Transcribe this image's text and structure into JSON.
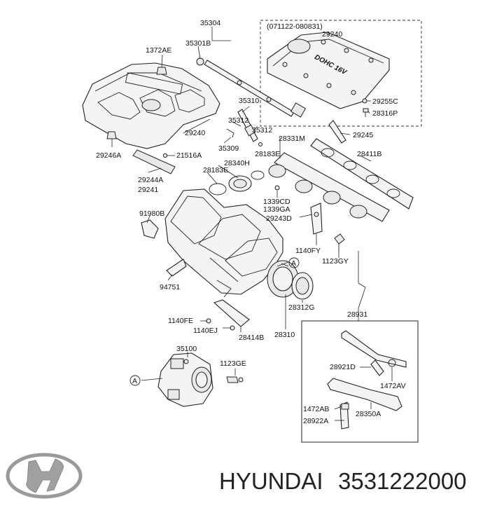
{
  "diagram": {
    "labels": {
      "p35304": "35304",
      "p35301B": "35301B",
      "p1372AE": "1372AE",
      "p29240_top": "29240",
      "p29240_cov": "29240",
      "p071122": "(071122-080831)",
      "p29255C": "29255C",
      "p28316P": "28316P",
      "p35310": "35310",
      "p35312_a": "35312",
      "p35312_b": "35312",
      "p35309": "35309",
      "p18183E_a": "28183E",
      "p29245": "29245",
      "p28331M": "28331M",
      "p28411B": "28411B",
      "p29246A": "29246A",
      "p21516A": "21516A",
      "p28340H": "28340H",
      "p28183E_b": "28183E",
      "p29244A": "29244A",
      "p29241": "29241",
      "p1339CD": "1339CD",
      "p1339GA": "1339GA",
      "p29243D": "29243D",
      "p91980B": "91980B",
      "p1140FY": "1140FY",
      "p1123GY": "1123GY",
      "p94751": "94751",
      "pA_1": "A",
      "p28312G": "28312G",
      "p1140FE": "1140FE",
      "p1140EJ": "1140EJ",
      "p28414B": "28414B",
      "p28310": "28310",
      "p28931": "28931",
      "p35100": "35100",
      "p1123GE": "1123GE",
      "pA_2": "A",
      "p28921D": "28921D",
      "p1472AV": "1472AV",
      "p1472AB": "1472AB",
      "p28350A": "28350A",
      "p28922A": "28922A"
    },
    "emblem_text": "DOHC 16V"
  },
  "footer": {
    "brand_name": "HYUNDAI",
    "part_number": "3531222000"
  },
  "icons": {
    "logo": "hyundai-logo-icon"
  }
}
